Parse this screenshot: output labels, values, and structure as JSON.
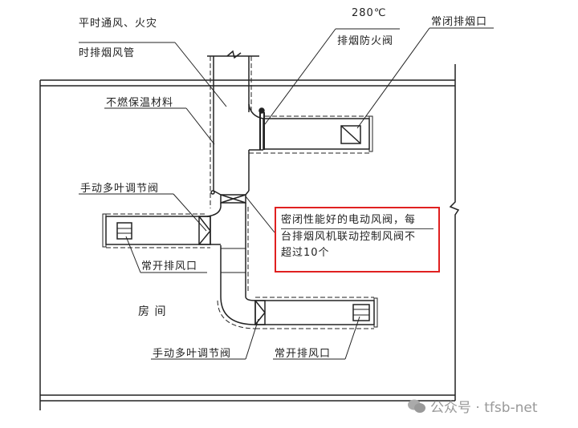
{
  "labels": {
    "duct_line1": "平时通风、火灾",
    "duct_line2": "时排烟风管",
    "insulation": "不燃保温材料",
    "temp": "280℃",
    "fire_damper": "排烟防火阀",
    "normally_closed_outlet": "常闭排烟口",
    "manual_damper_left": "手动多叶调节阀",
    "normally_open_left": "常开排风口",
    "room": "房  间",
    "manual_damper_bottom": "手动多叶调节阀",
    "normally_open_bottom": "常开排风口"
  },
  "note": {
    "line1": "密闭性能好的电动风阀，每",
    "line2": "台排烟风机联动控制风阀不",
    "line3": "超过10个"
  },
  "watermark": "公众号 · tfsb-net",
  "colors": {
    "highlight": "#e02020",
    "line": "#222222"
  }
}
